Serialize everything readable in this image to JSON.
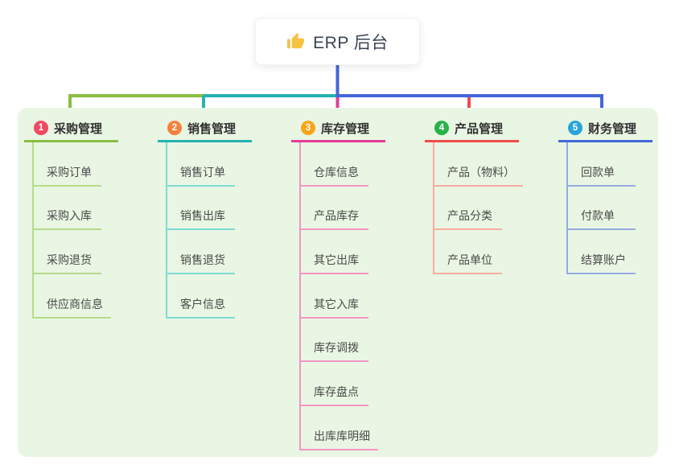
{
  "theme": {
    "page_bg": "#ffffff",
    "canvas_bg": "#e9f6e3",
    "root_line": "#4466d9",
    "title_color": "#3a4356"
  },
  "root": {
    "title": "ERP 后台",
    "icon": "thumbs-up-icon",
    "icon_color": "#f5c242"
  },
  "branches": [
    {
      "badge": "1",
      "label": "采购管理",
      "colors": {
        "main": "#89bd40",
        "light": "#b6db8a",
        "badge": "#ef4a60"
      },
      "children": [
        "采购订单",
        "采购入库",
        "采购退货",
        "供应商信息"
      ]
    },
    {
      "badge": "2",
      "label": "销售管理",
      "colors": {
        "main": "#24b3af",
        "light": "#7edcd4",
        "badge": "#f6813c"
      },
      "children": [
        "销售订单",
        "销售出库",
        "销售退货",
        "客户信息"
      ]
    },
    {
      "badge": "3",
      "label": "库存管理",
      "colors": {
        "main": "#e23c99",
        "light": "#f494c6",
        "badge": "#f9a51a"
      },
      "children": [
        "仓库信息",
        "产品库存",
        "其它出库",
        "其它入库",
        "库存调拨",
        "库存盘点",
        "出库库明细"
      ]
    },
    {
      "badge": "4",
      "label": "产品管理",
      "colors": {
        "main": "#f04b4b",
        "light": "#f8aca4",
        "badge": "#2ab24b"
      },
      "children": [
        "产品（物料）",
        "产品分类",
        "产品单位"
      ]
    },
    {
      "badge": "5",
      "label": "财务管理",
      "colors": {
        "main": "#4466d9",
        "light": "#97abe2",
        "badge": "#29a4dc"
      },
      "children": [
        "回款单",
        "付款单",
        "结算账户"
      ]
    }
  ]
}
